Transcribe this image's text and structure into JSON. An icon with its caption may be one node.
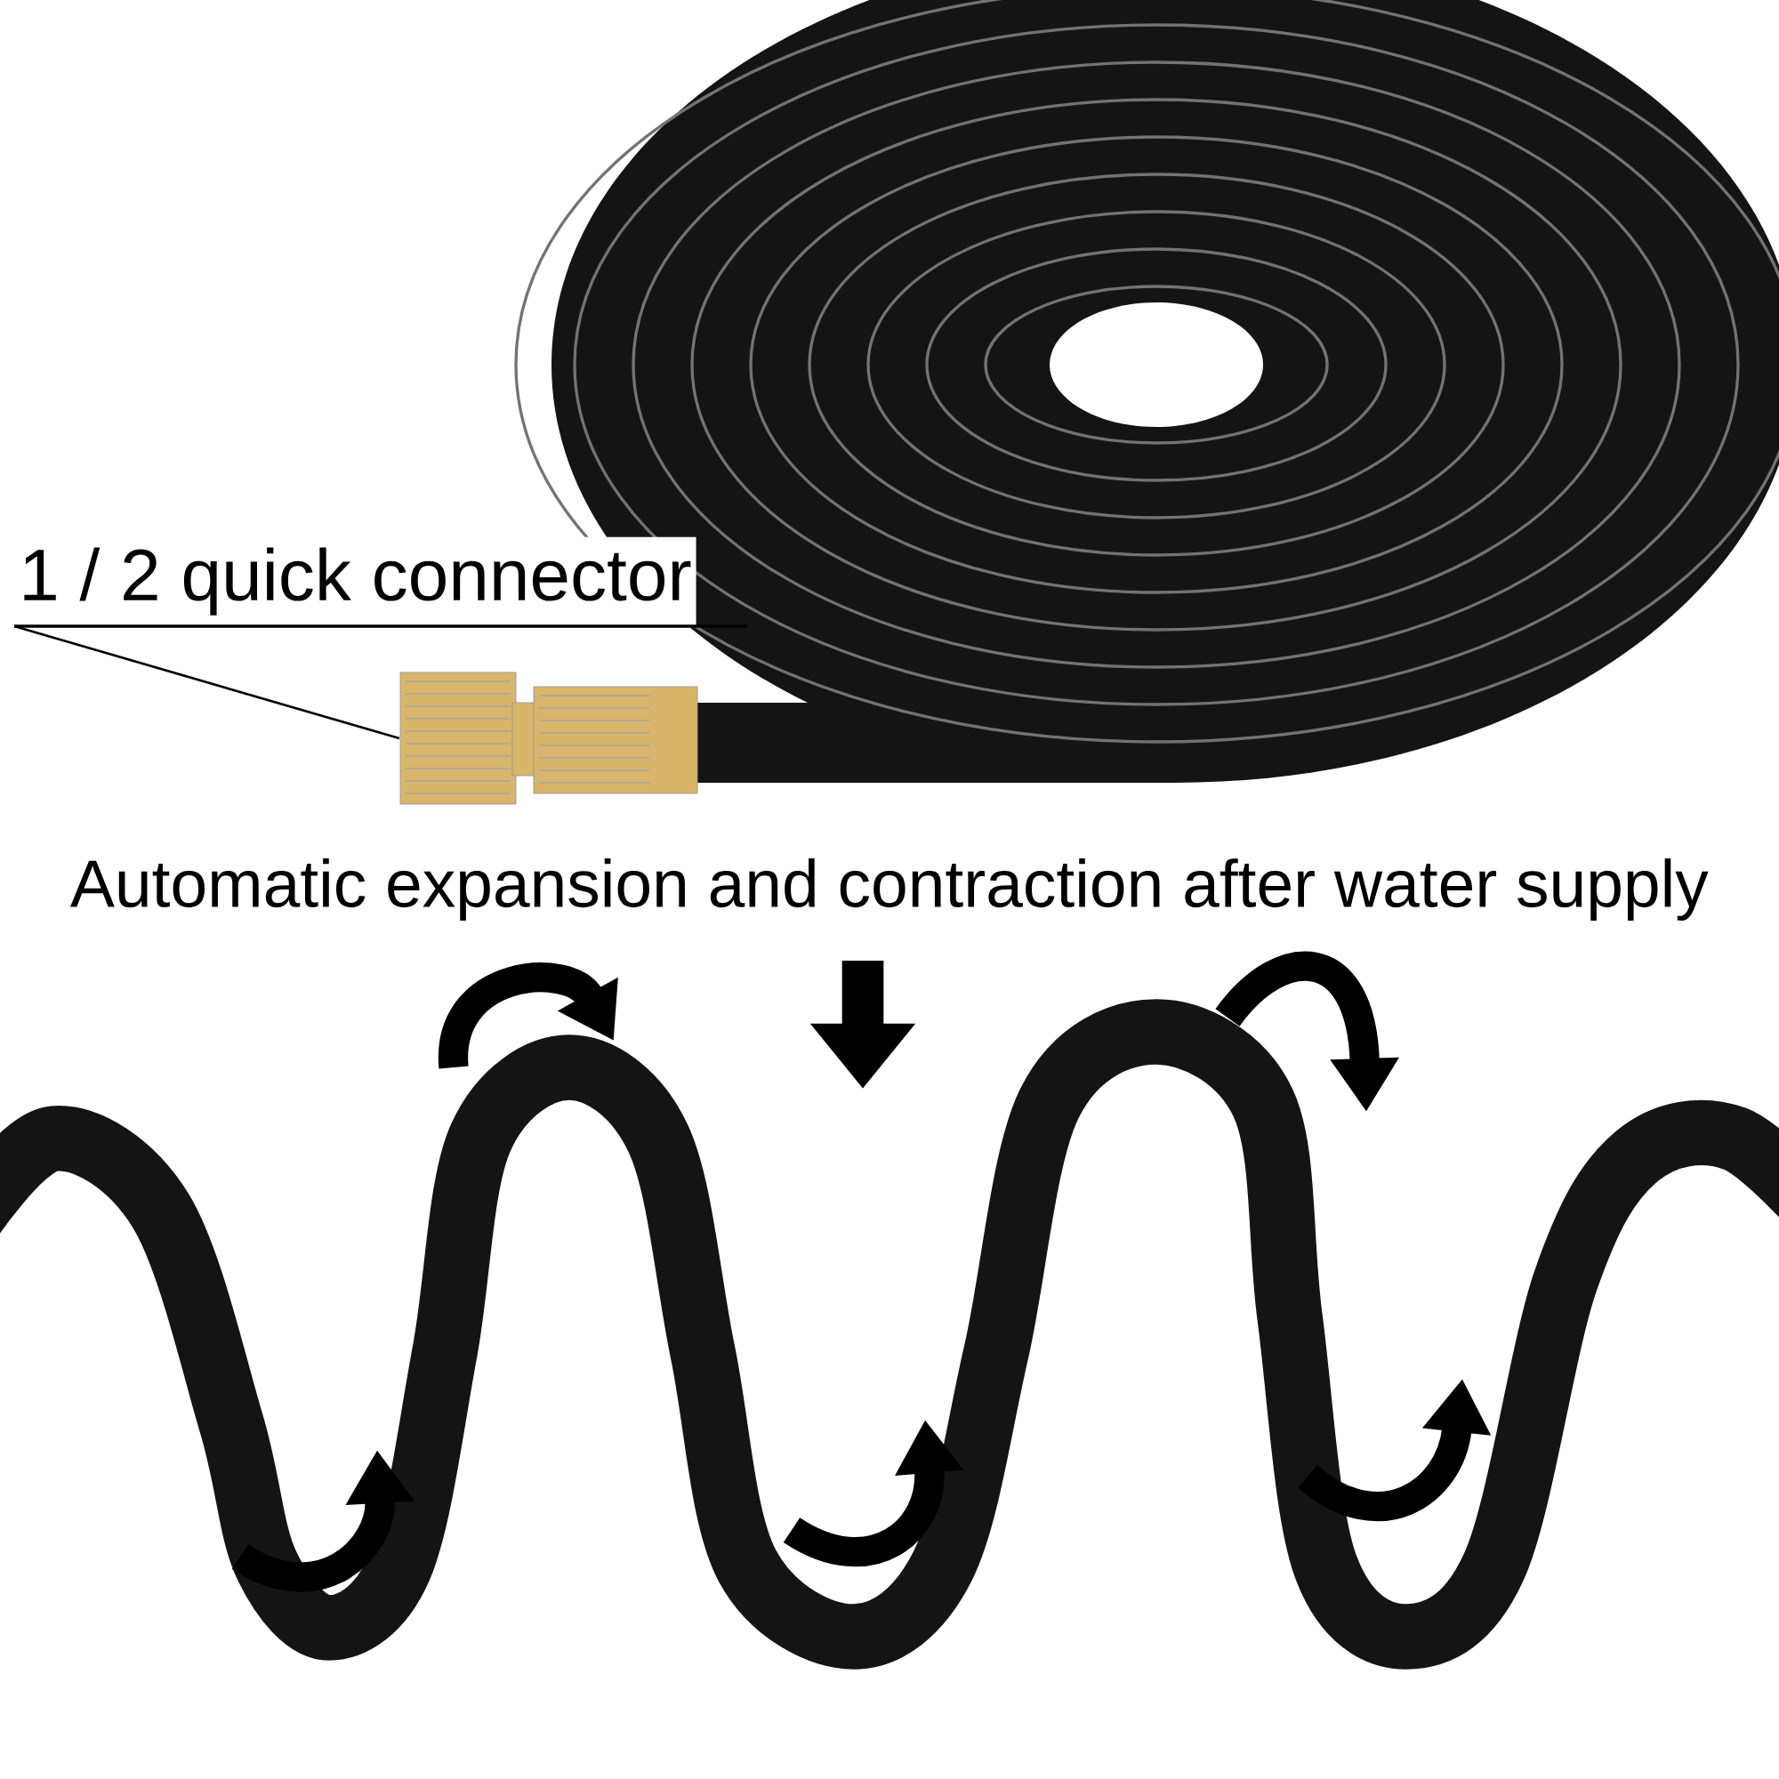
{
  "diagram": {
    "nodes": [
      {
        "text": [
          "1 / 2 quick connector"
        ]
      },
      {
        "text": [],
        "shape": "picture"
      }
    ],
    "edges": [
      {
        "from": 0,
        "to": 1,
        "arrow": "none"
      }
    ],
    "labels": [
      "Automatic expansion and contraction after water supply"
    ]
  }
}
